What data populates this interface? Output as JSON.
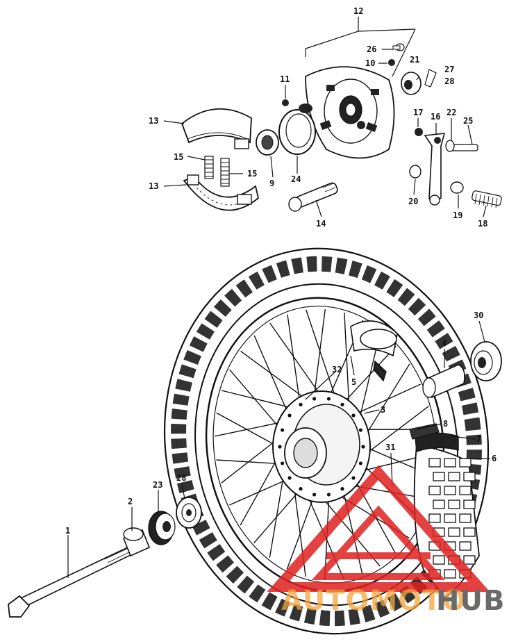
{
  "parts": [
    {
      "id": "1",
      "label": "1"
    },
    {
      "id": "2",
      "label": "2"
    },
    {
      "id": "3",
      "label": "3"
    },
    {
      "id": "4",
      "label": "4"
    },
    {
      "id": "5",
      "label": "5"
    },
    {
      "id": "6",
      "label": "6"
    },
    {
      "id": "7",
      "label": "7"
    },
    {
      "id": "8",
      "label": "8"
    },
    {
      "id": "9",
      "label": "9"
    },
    {
      "id": "10",
      "label": "10"
    },
    {
      "id": "11",
      "label": "11"
    },
    {
      "id": "12",
      "label": "12"
    },
    {
      "id": "13a",
      "label": "13"
    },
    {
      "id": "13b",
      "label": "13"
    },
    {
      "id": "14",
      "label": "14"
    },
    {
      "id": "15a",
      "label": "15"
    },
    {
      "id": "15b",
      "label": "15"
    },
    {
      "id": "16",
      "label": "16"
    },
    {
      "id": "17",
      "label": "17"
    },
    {
      "id": "18",
      "label": "18"
    },
    {
      "id": "19",
      "label": "19"
    },
    {
      "id": "20",
      "label": "20"
    },
    {
      "id": "21",
      "label": "21"
    },
    {
      "id": "22",
      "label": "22"
    },
    {
      "id": "23",
      "label": "23"
    },
    {
      "id": "24",
      "label": "24"
    },
    {
      "id": "25",
      "label": "25"
    },
    {
      "id": "26",
      "label": "26"
    },
    {
      "id": "27",
      "label": "27"
    },
    {
      "id": "28a",
      "label": "28"
    },
    {
      "id": "28b",
      "label": "28"
    },
    {
      "id": "30",
      "label": "30"
    },
    {
      "id": "31",
      "label": "31"
    },
    {
      "id": "32",
      "label": "32"
    }
  ],
  "watermark": {
    "text_left": "AUTOMOTO",
    "text_right": "HUB",
    "color_red": "#e02020",
    "color_orange": "#f2a640",
    "color_gray": "#6a6a6a"
  }
}
